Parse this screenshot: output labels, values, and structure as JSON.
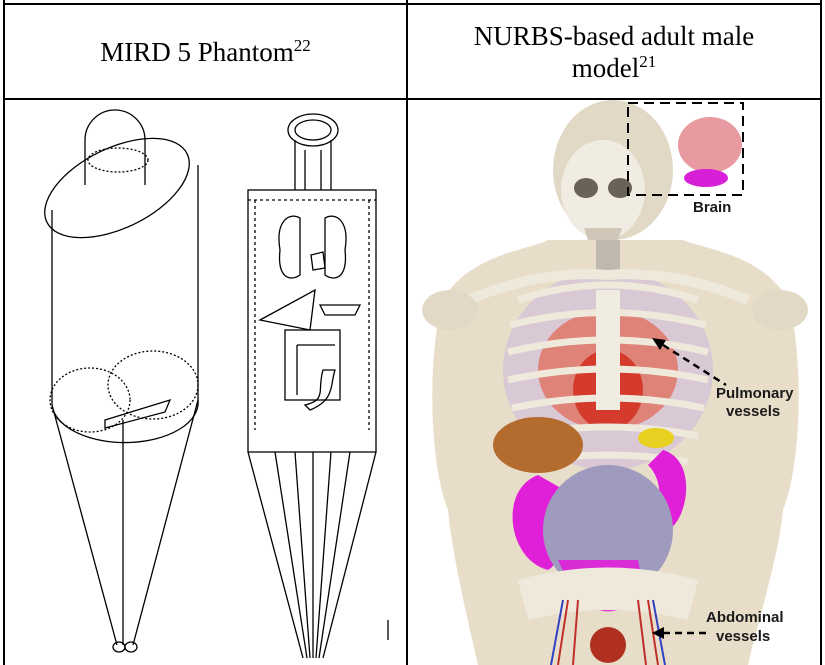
{
  "headers": {
    "left": {
      "text": "MIRD 5 Phantom",
      "sup": "22"
    },
    "right": {
      "line1": "NURBS-based adult male",
      "line2": "model",
      "sup": "21"
    }
  },
  "labels": {
    "brain": "Brain",
    "pulmonary1": "Pulmonary",
    "pulmonary2": "vessels",
    "abdominal1": "Abdominal",
    "abdominal2": "vessels"
  }
}
